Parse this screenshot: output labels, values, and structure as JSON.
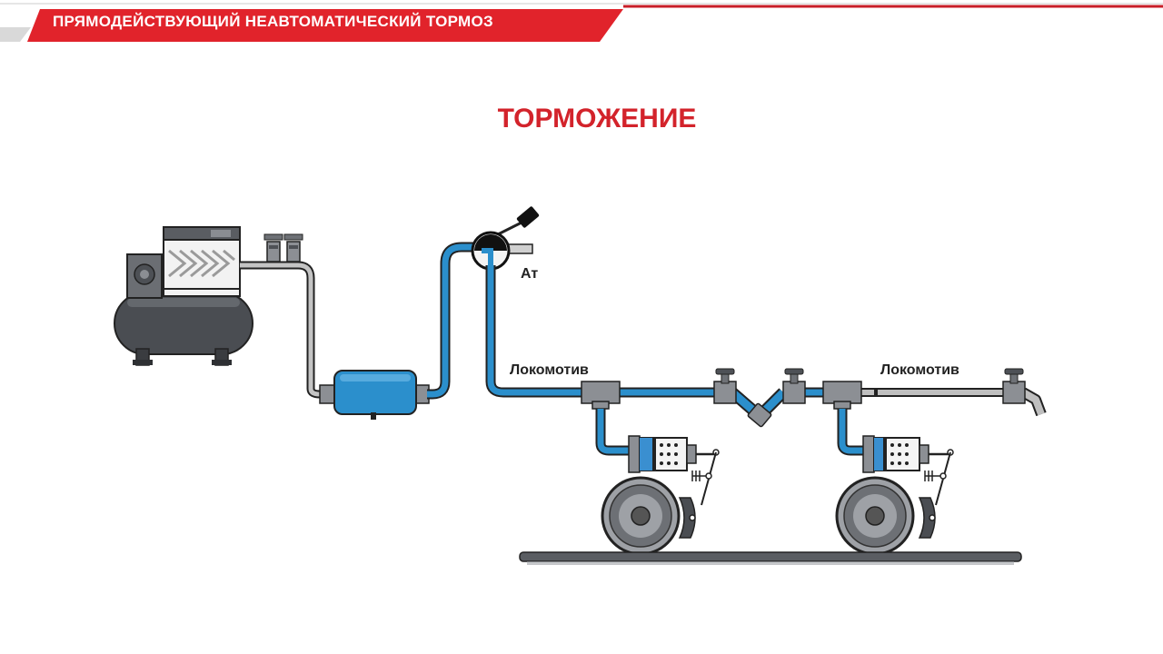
{
  "header": {
    "title": "ПРЯМОДЕЙСТВУЮЩИЙ НЕАВТОМАТИЧЕСКИЙ ТОРМОЗ",
    "colors": {
      "red": "#e1232b",
      "accent_line": "#c81e28"
    }
  },
  "scheme": {
    "mode": "ТОРМОЖЕНИЕ",
    "valve_exhaust_label": "Ат",
    "car_labels": [
      "Локомотив",
      "Локомотив"
    ],
    "colors": {
      "pressurized_pipe": "#2b8fcc",
      "empty_pipe": "#bfbfbf",
      "outline": "#222222",
      "cylinder_fill": "#3a8fd0"
    }
  }
}
